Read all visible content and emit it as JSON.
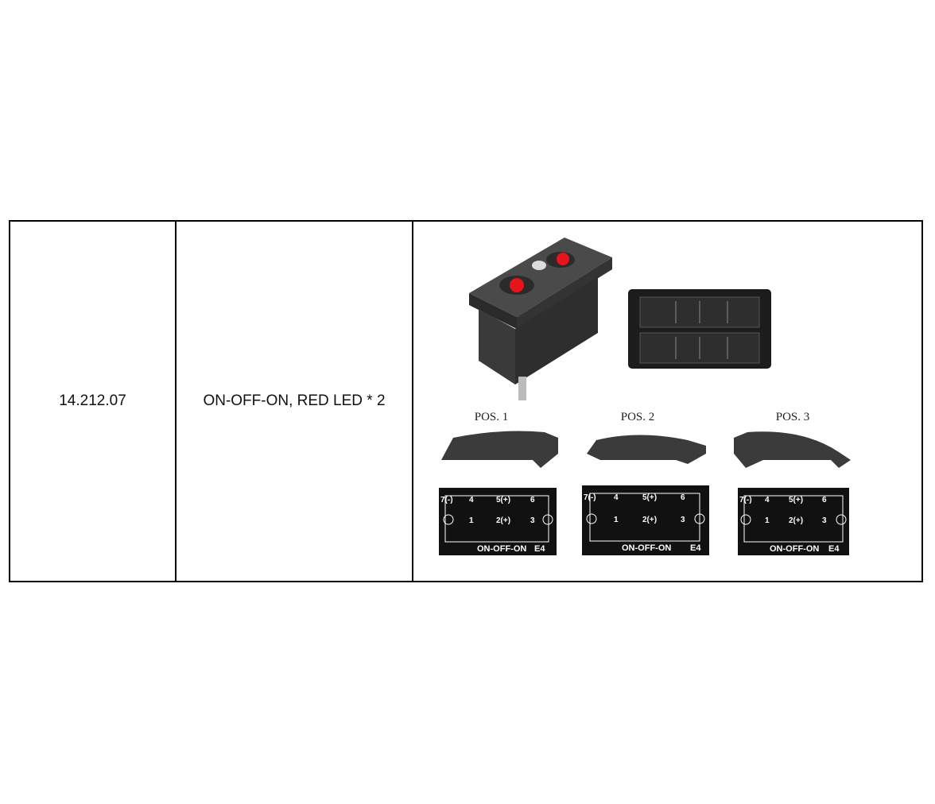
{
  "row": {
    "code": "14.212.07",
    "description": "ON-OFF-ON, RED LED * 2"
  },
  "positions": [
    "POS. 1",
    "POS. 2",
    "POS. 3"
  ],
  "diagram": {
    "terminals": [
      "7(-)",
      "4",
      "5(+)",
      "6",
      "1",
      "2(+)",
      "3"
    ],
    "function_label": "ON-OFF-ON",
    "mark": "E4"
  },
  "colors": {
    "led": "#e8141a",
    "body": "#3a3a3a",
    "border": "#000000"
  }
}
